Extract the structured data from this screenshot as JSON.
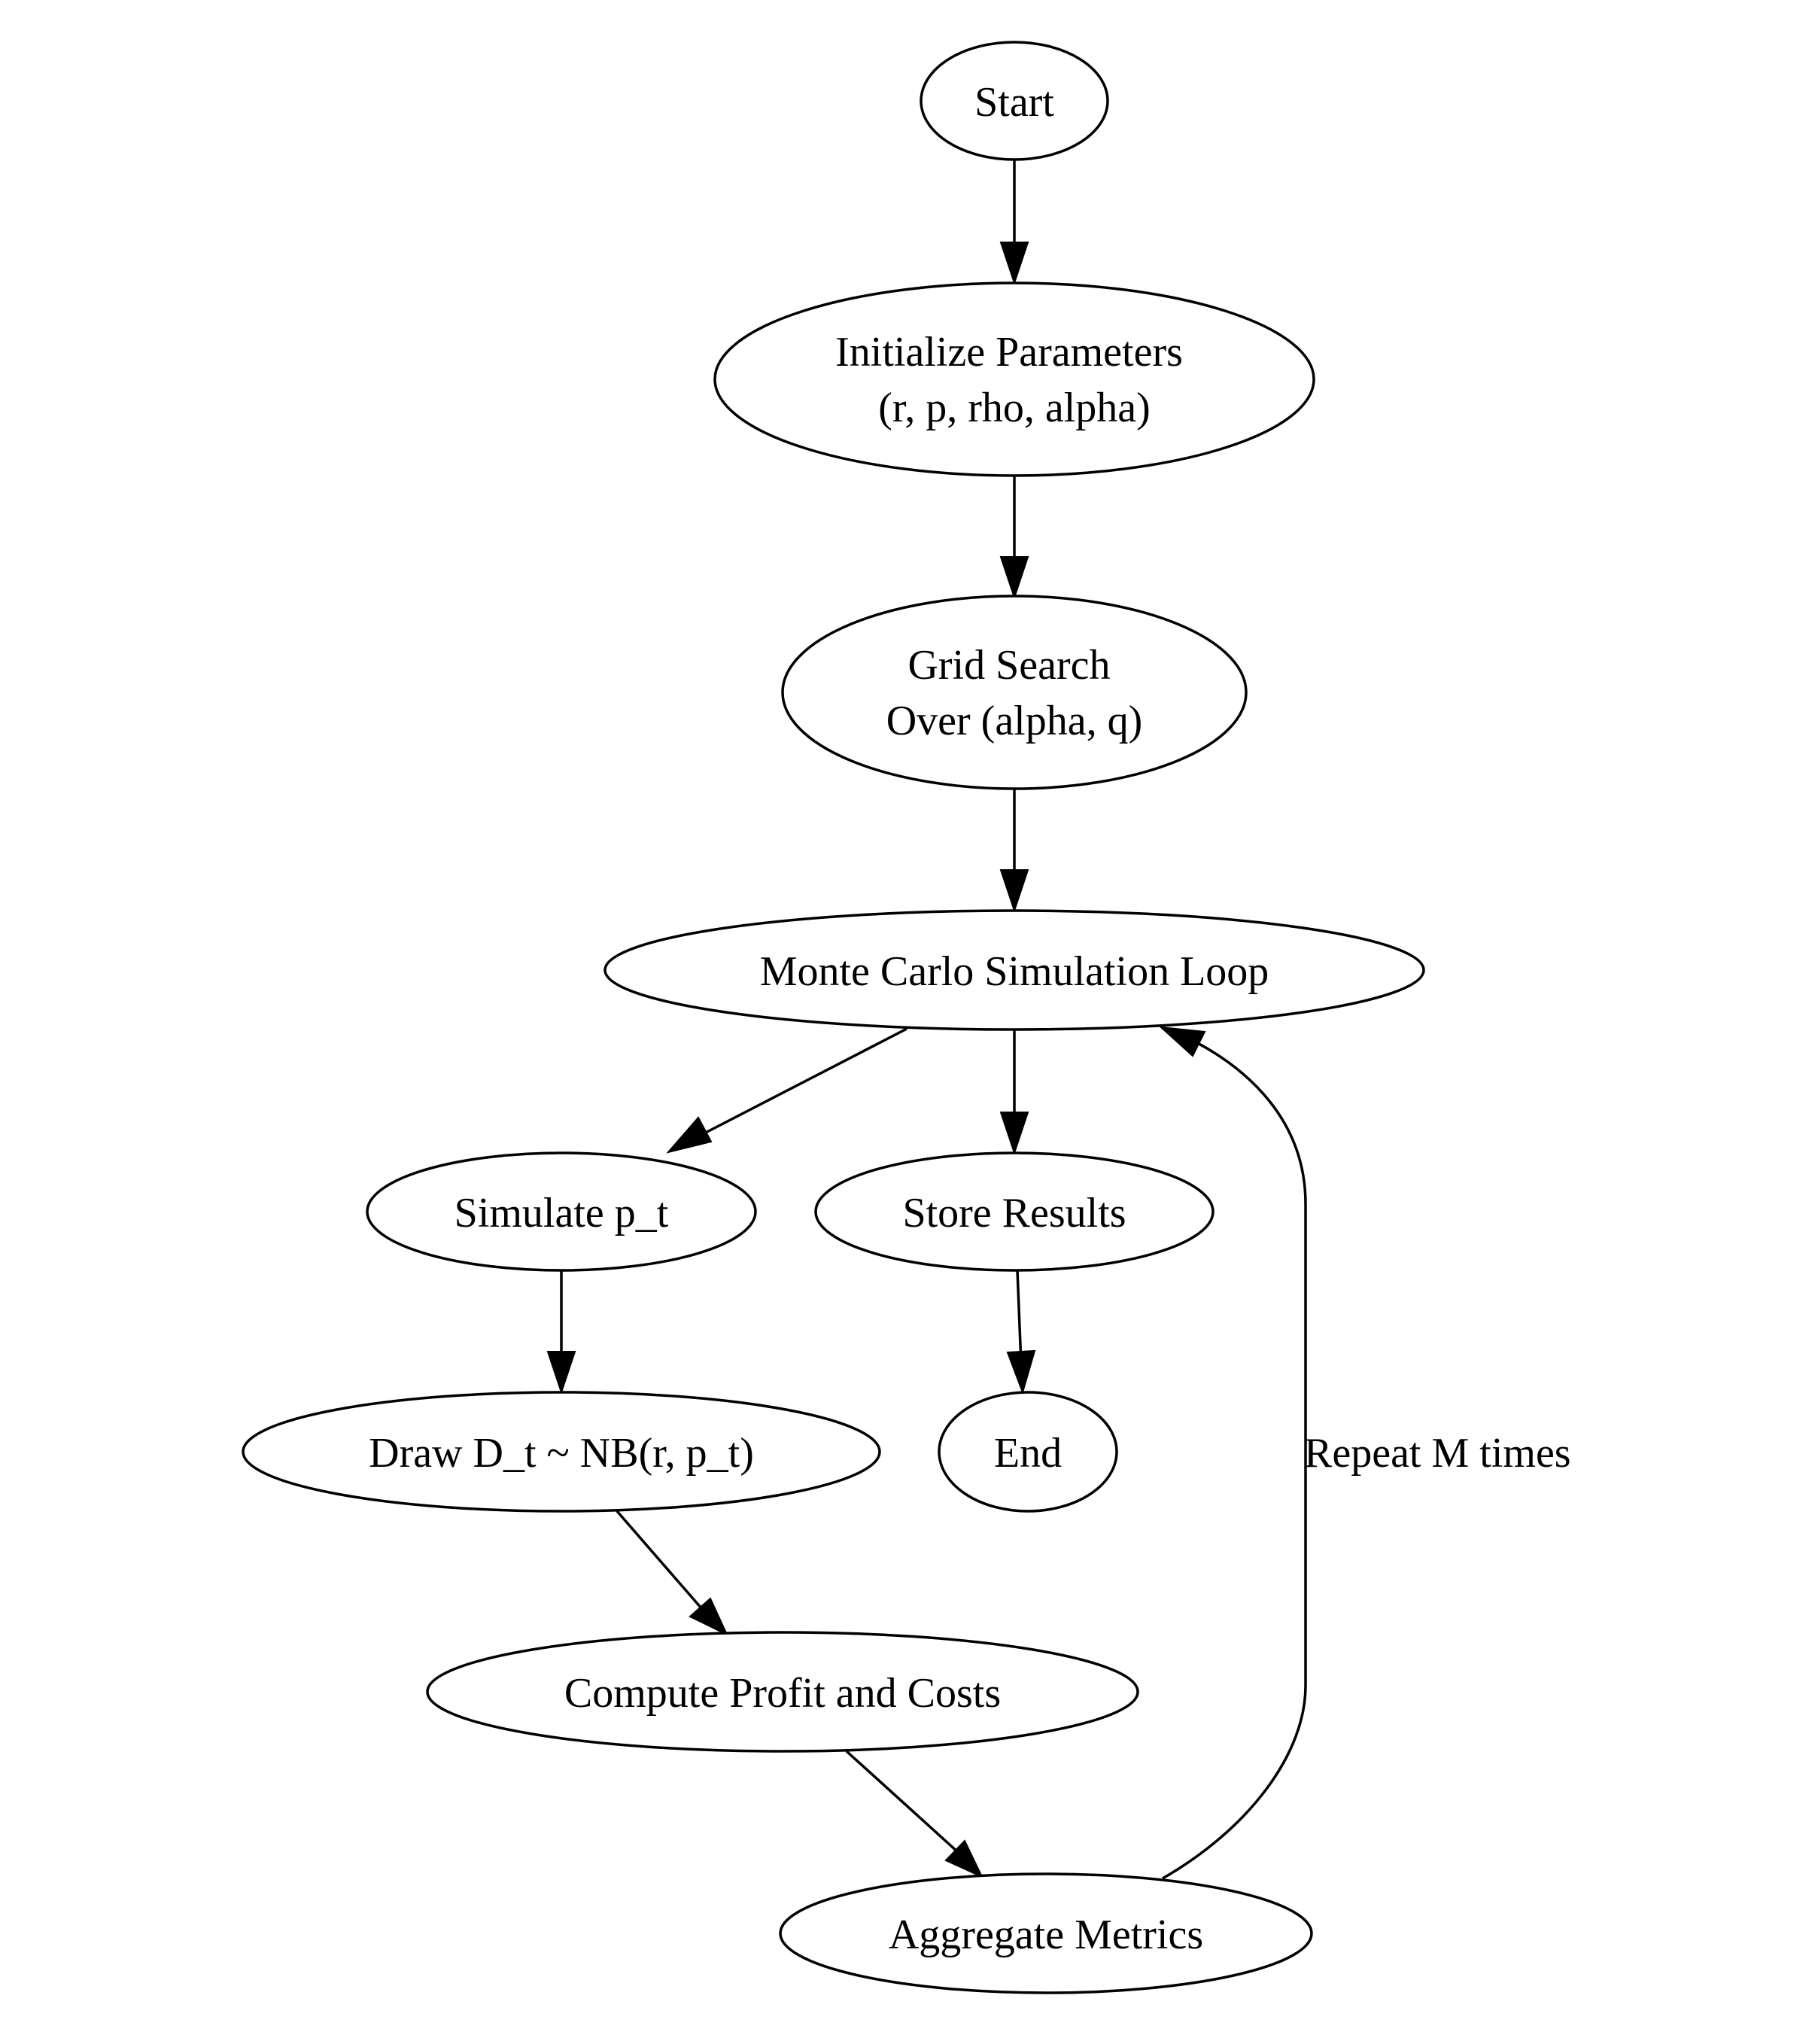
{
  "diagram": {
    "nodes": [
      {
        "id": "start",
        "lines": [
          "Start"
        ]
      },
      {
        "id": "init",
        "lines": [
          "Initialize Parameters",
          "(r, p, rho, alpha)"
        ]
      },
      {
        "id": "grid",
        "lines": [
          "Grid Search",
          "Over (alpha, q)"
        ]
      },
      {
        "id": "mc",
        "lines": [
          "Monte Carlo Simulation Loop"
        ]
      },
      {
        "id": "sim",
        "lines": [
          "Simulate p_t"
        ]
      },
      {
        "id": "store",
        "lines": [
          "Store Results"
        ]
      },
      {
        "id": "draw",
        "lines": [
          "Draw D_t ~ NB(r, p_t)"
        ]
      },
      {
        "id": "end",
        "lines": [
          "End"
        ]
      },
      {
        "id": "compute",
        "lines": [
          "Compute Profit and Costs"
        ]
      },
      {
        "id": "agg",
        "lines": [
          "Aggregate Metrics"
        ]
      }
    ],
    "edges": [
      {
        "from": "start",
        "to": "init",
        "label": ""
      },
      {
        "from": "init",
        "to": "grid",
        "label": ""
      },
      {
        "from": "grid",
        "to": "mc",
        "label": ""
      },
      {
        "from": "mc",
        "to": "sim",
        "label": ""
      },
      {
        "from": "mc",
        "to": "store",
        "label": ""
      },
      {
        "from": "sim",
        "to": "draw",
        "label": ""
      },
      {
        "from": "store",
        "to": "end",
        "label": ""
      },
      {
        "from": "draw",
        "to": "compute",
        "label": ""
      },
      {
        "from": "compute",
        "to": "agg",
        "label": ""
      },
      {
        "from": "agg",
        "to": "mc",
        "label": "Repeat M times"
      }
    ],
    "colors": {
      "stroke": "#000000",
      "fill": "#ffffff",
      "text": "#000000"
    }
  }
}
